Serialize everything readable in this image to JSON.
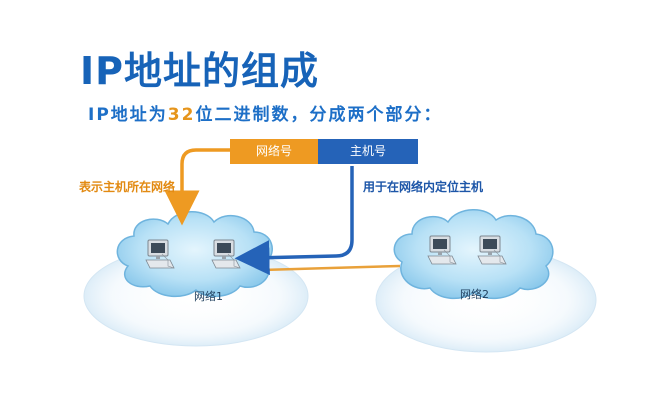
{
  "title": "IP地址的组成",
  "subtitle": {
    "prefix": "IP地址为",
    "number": "32",
    "suffix": "位二进制数，分成两个部分："
  },
  "address_bar": {
    "network_part": "网络号",
    "host_part": "主机号"
  },
  "annotations": {
    "network_note": "表示主机所在网络",
    "host_note": "用于在网络内定位主机"
  },
  "networks": [
    {
      "label": "网络1"
    },
    {
      "label": "网络2"
    }
  ],
  "colors": {
    "title": "#1763b8",
    "orange": "#ee9a22",
    "blue": "#2563b8",
    "cloud": "#a9d8f3"
  }
}
